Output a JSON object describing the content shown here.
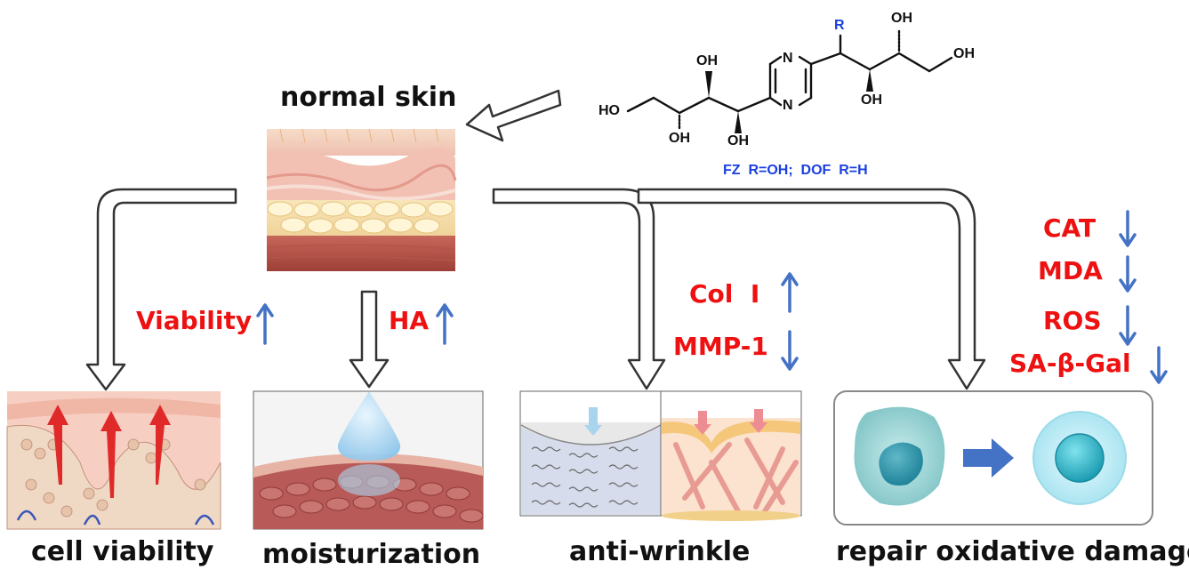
{
  "title": "normal skin",
  "molecule": {
    "atoms": [
      "HO",
      "OH",
      "OH",
      "OH",
      "N",
      "N",
      "R",
      "OH",
      "OH",
      "OH"
    ],
    "caption": "FZ  R=OH;  DOF  R=H"
  },
  "outcomes": [
    {
      "label": "cell viability",
      "markers": [
        {
          "text": "Viability",
          "direction": "up"
        }
      ]
    },
    {
      "label": "moisturization",
      "markers": [
        {
          "text": "HA",
          "direction": "up"
        }
      ]
    },
    {
      "label": "anti-wrinkle",
      "markers": [
        {
          "text": "Col  I",
          "direction": "up"
        },
        {
          "text": "MMP-1",
          "direction": "down"
        }
      ]
    },
    {
      "label": "repair oxidative damage",
      "markers": [
        {
          "text": "CAT",
          "direction": "down"
        },
        {
          "text": "MDA",
          "direction": "down"
        },
        {
          "text": "ROS",
          "direction": "down"
        },
        {
          "text": "SA-β-Gal",
          "direction": "down"
        }
      ]
    }
  ],
  "colors": {
    "marker_text": "#ee1111",
    "trend_arrow": "#4472c4",
    "caption": "#1a3fe0"
  }
}
